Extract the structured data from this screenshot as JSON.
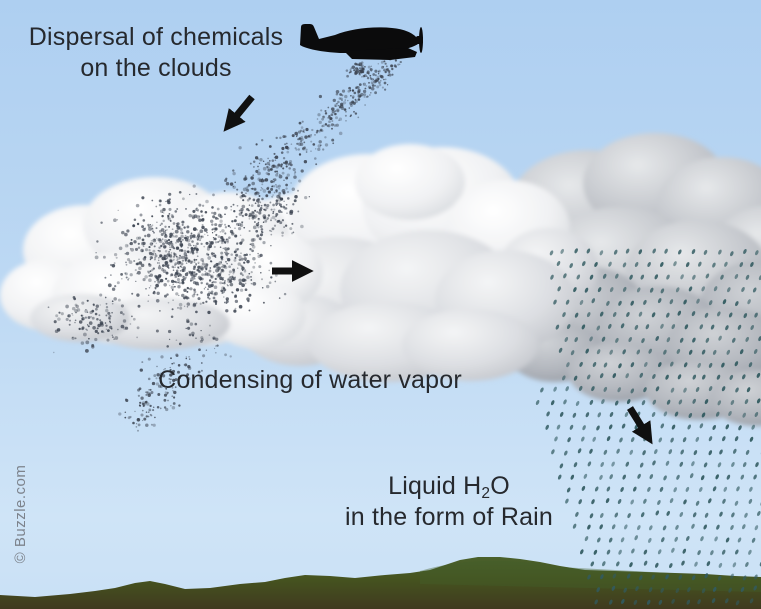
{
  "labels": {
    "dispersal": {
      "line1": "Dispersal of chemicals",
      "line2": "on the clouds"
    },
    "condensing": "Condensing of water vapor",
    "liquid": {
      "prefix": "Liquid H",
      "subscript": "2",
      "suffix": "O",
      "line2": "in the form of Rain"
    },
    "watermark": "© Buzzle.com"
  },
  "icons": {
    "plane": "airplane-silhouette",
    "arrow_1": "arrow-down-left",
    "arrow_2": "arrow-right",
    "arrow_3": "arrow-down-right"
  },
  "colors": {
    "sky_top": "#aecff1",
    "sky_bottom": "#cfe4f7",
    "text": "#26292e",
    "rain": "#315a60",
    "speckle": "#3b4350",
    "ground_top": "#4a612c",
    "ground_bottom": "#403a1f",
    "arrow": "#101010",
    "plane": "#0b0b0c",
    "watermark": "#7d838c"
  }
}
